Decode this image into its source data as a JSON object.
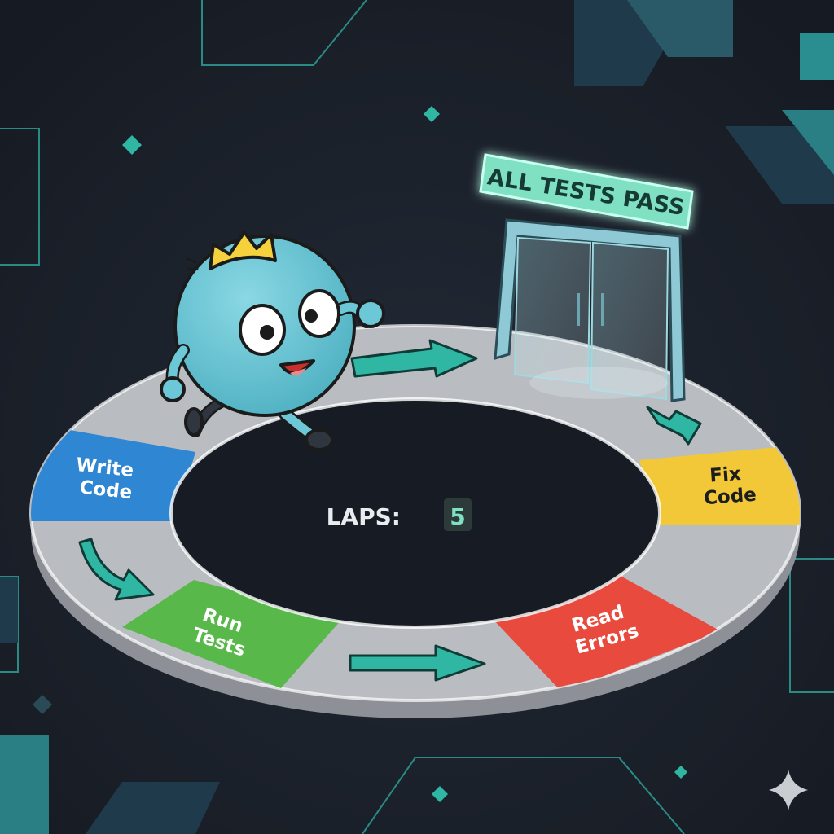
{
  "sign": {
    "text": "ALL TESTS PASS"
  },
  "counter": {
    "label": "LAPS:",
    "value": "5"
  },
  "stations": {
    "write_code": [
      "Write",
      "Code"
    ],
    "run_tests": [
      "Run",
      "Tests"
    ],
    "read_errors": [
      "Read",
      "Errors"
    ],
    "fix_code": [
      "Fix",
      "Code"
    ]
  },
  "colors": {
    "background": "#1a1f29",
    "track": "#b9bcc1",
    "teal_accent": "#2fb7a4",
    "write_code": "#2f86d2",
    "run_tests": "#59b84a",
    "read_errors": "#e84a3d",
    "fix_code": "#f2c838",
    "character": "#6cc7d6",
    "crown": "#f4d13d"
  },
  "icons": [
    "arrow-right-icon",
    "arrow-down-icon",
    "sparkle-icon",
    "diamond-icon"
  ]
}
